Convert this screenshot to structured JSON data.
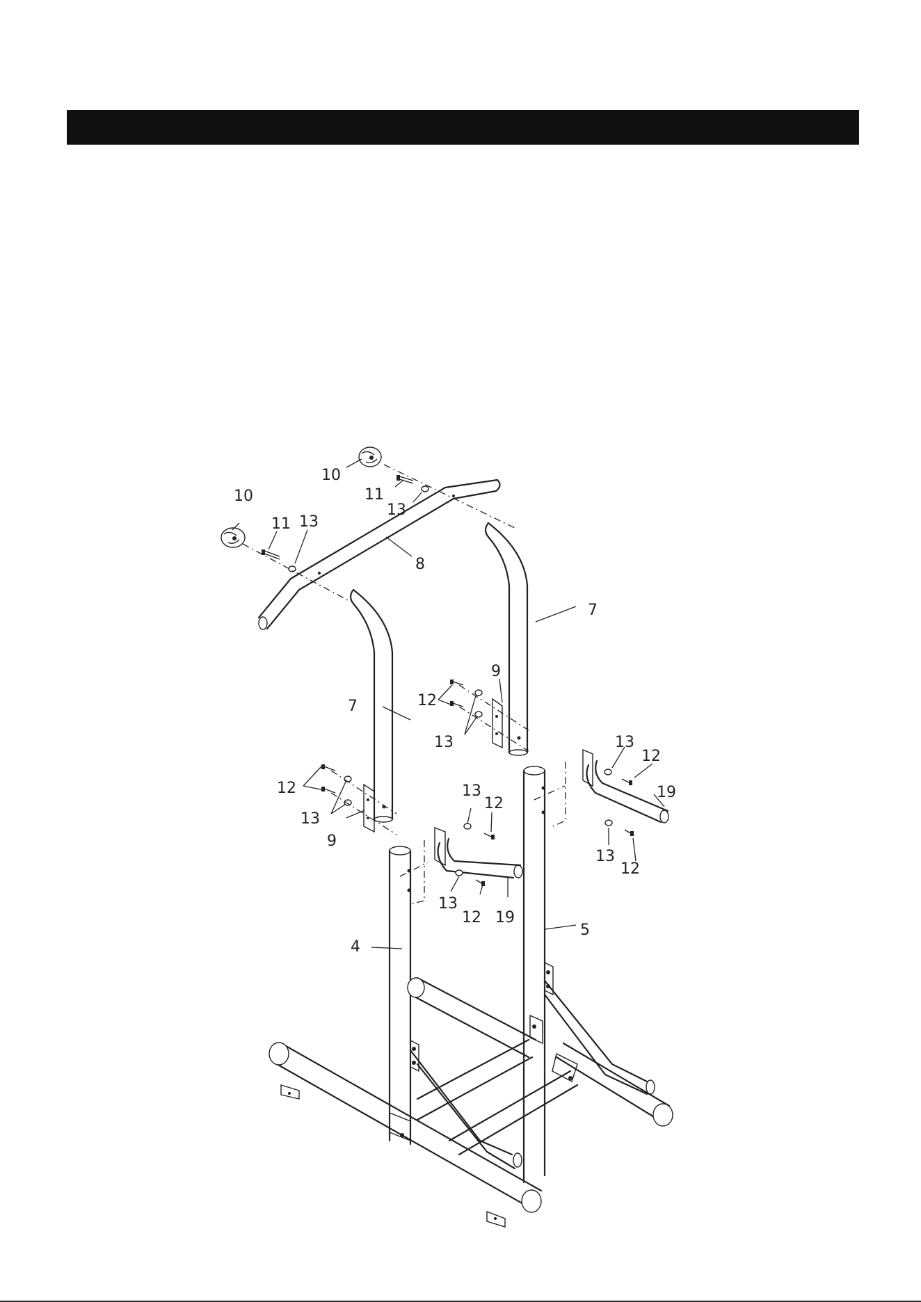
{
  "diagram": {
    "part_labels": [
      {
        "id": "p10a",
        "text": "10"
      },
      {
        "id": "p11a",
        "text": "11"
      },
      {
        "id": "p13a",
        "text": "13"
      },
      {
        "id": "p10b",
        "text": "10"
      },
      {
        "id": "p11b",
        "text": "11"
      },
      {
        "id": "p13b",
        "text": "13"
      },
      {
        "id": "p8",
        "text": "8"
      },
      {
        "id": "p7r",
        "text": "7"
      },
      {
        "id": "p7l",
        "text": "7"
      },
      {
        "id": "p9r",
        "text": "9"
      },
      {
        "id": "p12r",
        "text": "12"
      },
      {
        "id": "p13r",
        "text": "13"
      },
      {
        "id": "p13rr",
        "text": "13"
      },
      {
        "id": "p12rr",
        "text": "12"
      },
      {
        "id": "p19r",
        "text": "19"
      },
      {
        "id": "p13rb",
        "text": "13"
      },
      {
        "id": "p12rb",
        "text": "12"
      },
      {
        "id": "p12l",
        "text": "12"
      },
      {
        "id": "p13l",
        "text": "13"
      },
      {
        "id": "p9l",
        "text": "9"
      },
      {
        "id": "p13m",
        "text": "13"
      },
      {
        "id": "p12m",
        "text": "12"
      },
      {
        "id": "p13mb",
        "text": "13"
      },
      {
        "id": "p12mb",
        "text": "12"
      },
      {
        "id": "p19m",
        "text": "19"
      },
      {
        "id": "p4",
        "text": "4"
      },
      {
        "id": "p5",
        "text": "5"
      }
    ]
  }
}
